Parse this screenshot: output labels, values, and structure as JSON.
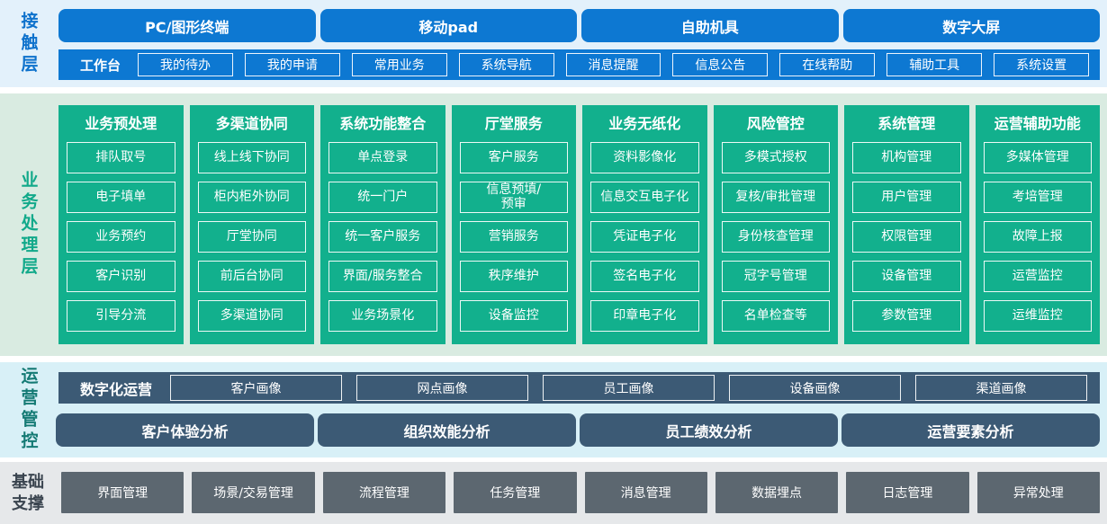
{
  "colors": {
    "blue_accent": "#0d78d2",
    "green_accent": "#12b08d",
    "slate_accent": "#3c5a75",
    "gray_accent": "#5c6770",
    "contact_bg": "#e3f1fb",
    "business_bg": "#d9ebe1",
    "operations_bg": "#d8f0f7",
    "foundation_bg": "#e6e8ea"
  },
  "contact": {
    "label": "接触层",
    "channels": [
      "PC/图形终端",
      "移动pad",
      "自助机具",
      "数字大屏"
    ],
    "workbench": {
      "label": "工作台",
      "items": [
        "我的待办",
        "我的申请",
        "常用业务",
        "系统导航",
        "消息提醒",
        "信息公告",
        "在线帮助",
        "辅助工具",
        "系统设置"
      ]
    }
  },
  "business": {
    "label": "业务处理层",
    "columns": [
      {
        "title": "业务预处理",
        "items": [
          "排队取号",
          "电子填单",
          "业务预约",
          "客户识别",
          "引导分流"
        ]
      },
      {
        "title": "多渠道协同",
        "items": [
          "线上线下协同",
          "柜内柜外协同",
          "厅堂协同",
          "前后台协同",
          "多渠道协同"
        ]
      },
      {
        "title": "系统功能整合",
        "items": [
          "单点登录",
          "统一门户",
          "统一客户服务",
          "界面/服务整合",
          "业务场景化"
        ]
      },
      {
        "title": "厅堂服务",
        "items": [
          "客户服务",
          "信息预填/\n预审",
          "营销服务",
          "秩序维护",
          "设备监控"
        ]
      },
      {
        "title": "业务无纸化",
        "items": [
          "资料影像化",
          "信息交互电子化",
          "凭证电子化",
          "签名电子化",
          "印章电子化"
        ]
      },
      {
        "title": "风险管控",
        "items": [
          "多模式授权",
          "复核/审批管理",
          "身份核查管理",
          "冠字号管理",
          "名单检查等"
        ]
      },
      {
        "title": "系统管理",
        "items": [
          "机构管理",
          "用户管理",
          "权限管理",
          "设备管理",
          "参数管理"
        ]
      },
      {
        "title": "运营辅助功能",
        "items": [
          "多媒体管理",
          "考培管理",
          "故障上报",
          "运营监控",
          "运维监控"
        ]
      }
    ]
  },
  "operations": {
    "label": "运营管控",
    "digital": {
      "label": "数字化运营",
      "items": [
        "客户画像",
        "网点画像",
        "员工画像",
        "设备画像",
        "渠道画像"
      ]
    },
    "analysis": [
      "客户体验分析",
      "组织效能分析",
      "员工绩效分析",
      "运营要素分析"
    ]
  },
  "foundation": {
    "label": "基础支撑",
    "items": [
      "界面管理",
      "场景/交易管理",
      "流程管理",
      "任务管理",
      "消息管理",
      "数据埋点",
      "日志管理",
      "异常处理"
    ]
  }
}
